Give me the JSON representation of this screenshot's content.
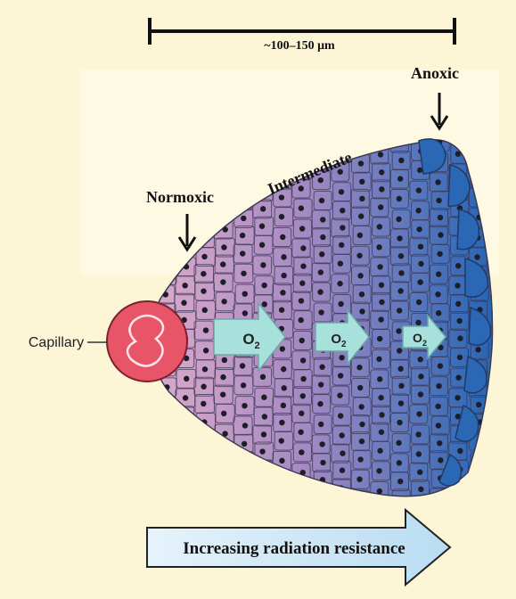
{
  "scale_bar": {
    "label": "~100–150 μm"
  },
  "zones": {
    "normoxic": "Normoxic",
    "intermediate": "Intermediate",
    "anoxic": "Anoxic"
  },
  "capillary_label": "Capillary",
  "oxygen_arrows": [
    {
      "label": "O",
      "sub": "2"
    },
    {
      "label": "O",
      "sub": "2"
    },
    {
      "label": "O",
      "sub": "2"
    }
  ],
  "resistance_arrow": {
    "label": "Increasing radiation resistance"
  },
  "colors": {
    "background": "#fdf6d6",
    "normoxic_tissue": "#d9a6c9",
    "mid_tissue": "#9a86c0",
    "anoxic_tissue": "#2f6db8",
    "capillary": "#e8566b",
    "oxygen_arrow": "#a8e0dc",
    "resistance_arrow": "#d6ecf8",
    "nucleus": "#1e1e28"
  }
}
